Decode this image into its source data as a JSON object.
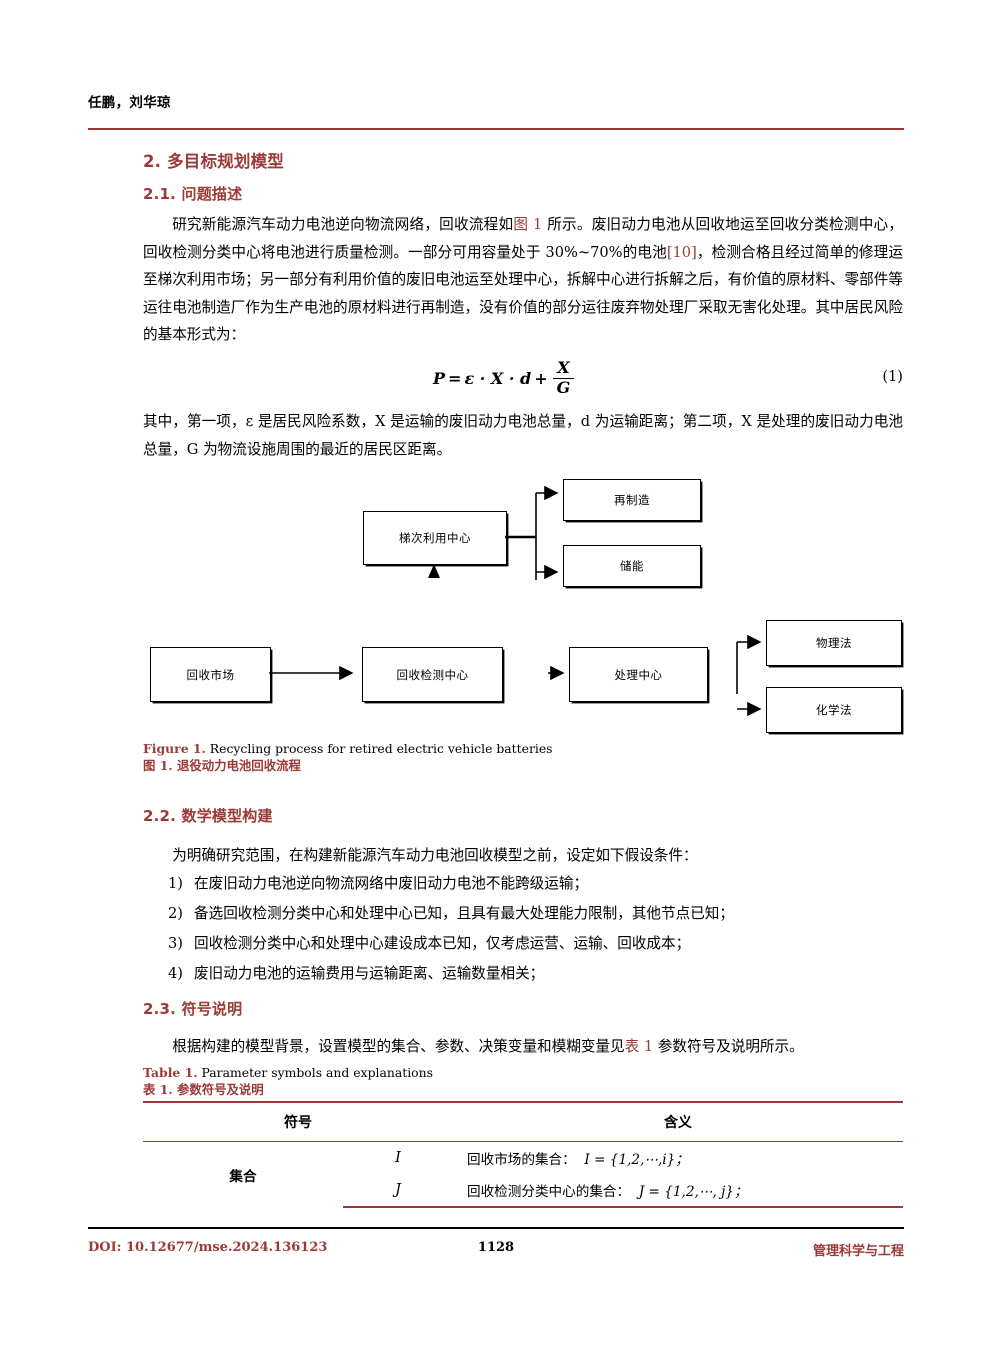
{
  "header": {
    "running_head": "任鹏，刘华琼"
  },
  "sections": {
    "s2_title": "2. 多目标规划模型",
    "s21_title": "2.1. 问题描述",
    "s22_title": "2.2. 数学模型构建",
    "s23_title": "2.3. 符号说明"
  },
  "body": {
    "p1_a": "研究新能源汽车动力电池逆向物流网络，回收流程如",
    "p1_ref1": "图 1",
    "p1_b": " 所示。废旧动力电池从回收地运至回收分类检测中心，回收检测分类中心将电池进行质量检测。一部分可用容量处于 30%~70%的电池",
    "p1_ref2": "[10]",
    "p1_c": "，检测合格且经过简单的修理运至梯次利用市场；另一部分有利用价值的废旧电池运至处理中心，拆解中心进行拆解之后，有价值的原材料、零部件等运往电池制造厂作为生产电池的原材料进行再制造，没有价值的部分运往废弃物处理厂采取无害化处理。其中居民风险的基本形式为：",
    "p2": "其中，第一项，ε 是居民风险系数，X 是运输的废旧动力电池总量，d 为运输距离；第二项，X 是处理的废旧动力电池总量，G 为物流设施周围的最近的居民区距离。",
    "p3": "为明确研究范围，在构建新能源汽车动力电池回收模型之前，设定如下假设条件：",
    "p4_a": "根据构建的模型背景，设置模型的集合、参数、决策变量和模糊变量见",
    "p4_ref": "表 1",
    "p4_b": " 参数符号及说明所示。"
  },
  "equation": {
    "lhs": "P",
    "eq_sign": "=",
    "term1": "ε · X · d",
    "plus": "+",
    "frac_num": "X",
    "frac_den": "G",
    "number": "(1)"
  },
  "assumptions": [
    {
      "num": "1)",
      "text": "在废旧动力电池逆向物流网络中废旧动力电池不能跨级运输；"
    },
    {
      "num": "2)",
      "text": "备选回收检测分类中心和处理中心已知，且具有最大处理能力限制，其他节点已知；"
    },
    {
      "num": "3)",
      "text": "回收检测分类中心和处理中心建设成本已知，仅考虑运营、运输、回收成本；"
    },
    {
      "num": "4)",
      "text": "废旧动力电池的运输费用与运输距离、运输数量相关；"
    }
  ],
  "figure": {
    "nodes": {
      "recycle_market": "回收市场",
      "inspection_center": "回收检测中心",
      "cascade_center": "梯次利用中心",
      "remanufacture": "再制造",
      "energy_storage": "储能",
      "treatment_center": "处理中心",
      "physical_method": "物理法",
      "chemical_method": "化学法"
    },
    "caption_label_en": "Figure 1.",
    "caption_en": " Recycling process for retired electric vehicle batteries",
    "caption_label_zh": "图 1.",
    "caption_zh": " 退役动力电池回收流程"
  },
  "table": {
    "caption_label_en": "Table 1.",
    "caption_en": " Parameter symbols and explanations",
    "caption_label_zh": "表 1.",
    "caption_zh": " 参数符号及说明",
    "headers": [
      "符号",
      "含义"
    ],
    "rows": [
      {
        "group": "集合",
        "symbol": "I",
        "meaning_text": "回收市场的集合：",
        "meaning_expr": "I = {1,2,⋯,i}；"
      },
      {
        "group": "",
        "symbol": "J",
        "meaning_text": "回收检测分类中心的集合：",
        "meaning_expr": "J = {1,2,⋯, j}；"
      }
    ]
  },
  "footer": {
    "doi": "DOI: 10.12677/mse.2024.136123",
    "page_number": "1128",
    "journal": "管理科学与工程"
  },
  "colors": {
    "accent": "#9b3b37",
    "text": "#000000"
  }
}
